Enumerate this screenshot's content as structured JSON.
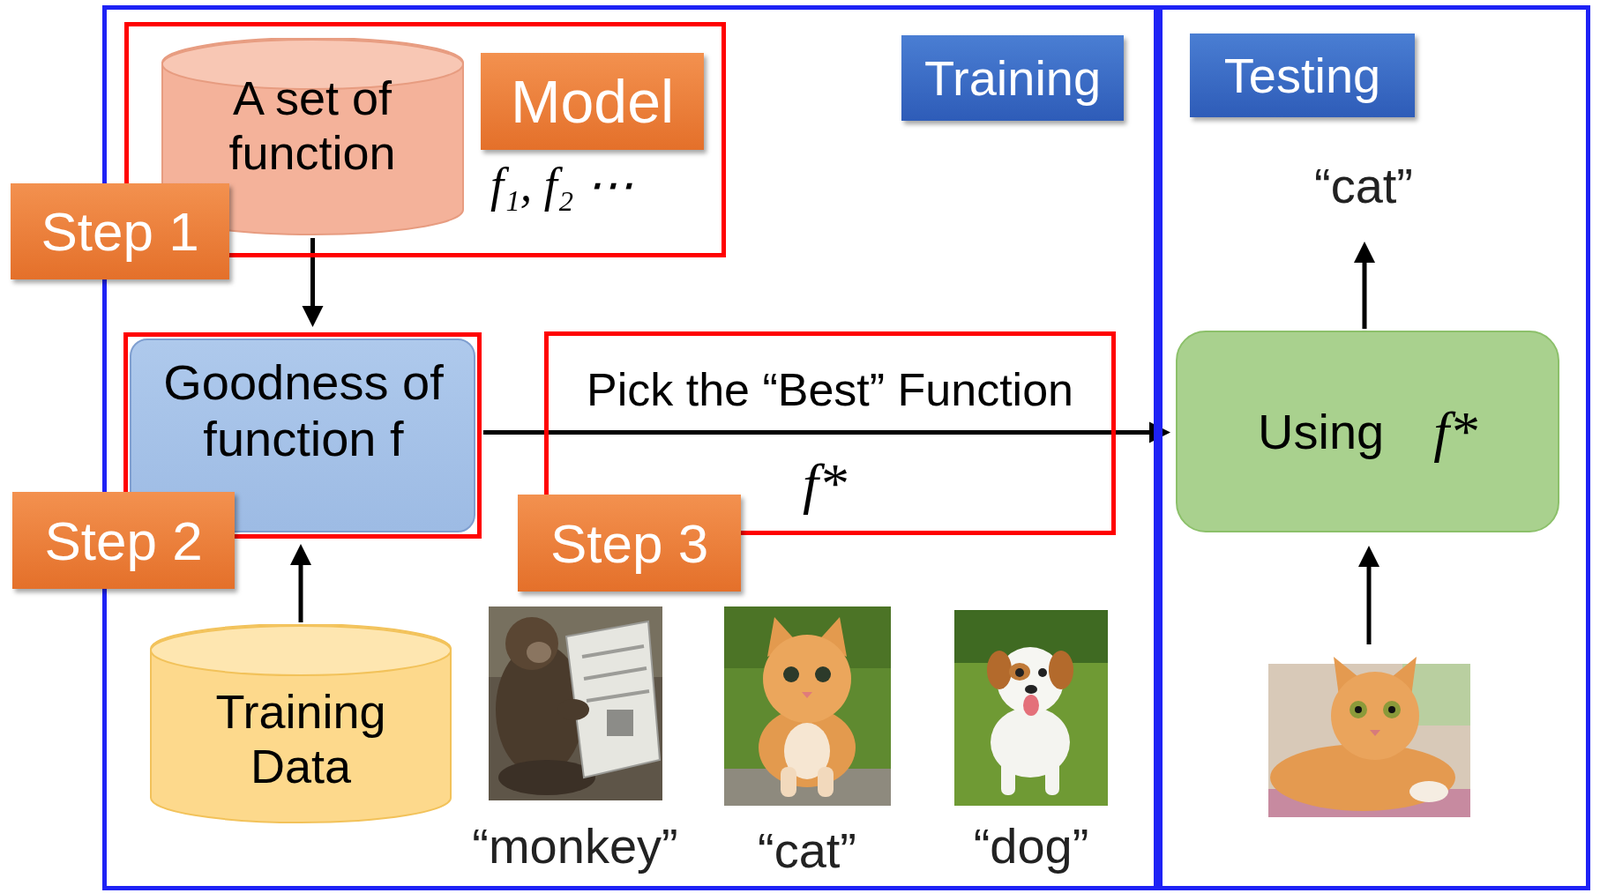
{
  "diagram": {
    "nodes": [
      {
        "text": [
          "Training"
        ]
      },
      {
        "text": [
          "f₁, f₂ ⋯"
        ],
        "in": 0
      },
      {
        "text": [
          "A set of function"
        ],
        "in": 1
      },
      {
        "text": [
          "Model"
        ],
        "in": 1
      },
      {
        "text": [
          "Step 1"
        ],
        "in": 1
      },
      {
        "text": [
          "Goodness of function f"
        ],
        "in": 0
      },
      {
        "text": [
          "Step 2"
        ],
        "in": 0
      },
      {
        "text": [
          "Pick the “Best” Function",
          "f*"
        ],
        "in": 0
      },
      {
        "text": [
          "Step 3"
        ],
        "in": 7
      },
      {
        "text": [
          "Training Data"
        ],
        "in": 0
      },
      {
        "text": [
          "Testing"
        ]
      },
      {
        "text": [
          "Using",
          "f*"
        ],
        "in": 10
      }
    ],
    "edges": [
      {
        "from": 2,
        "to": 5,
        "arrow": "to"
      },
      {
        "from": 9,
        "to": 5,
        "arrow": "to"
      },
      {
        "from": 5,
        "to": 11,
        "arrow": "to"
      }
    ],
    "labels": [
      "“monkey”",
      "“cat”",
      "“dog”",
      "“cat”"
    ]
  }
}
